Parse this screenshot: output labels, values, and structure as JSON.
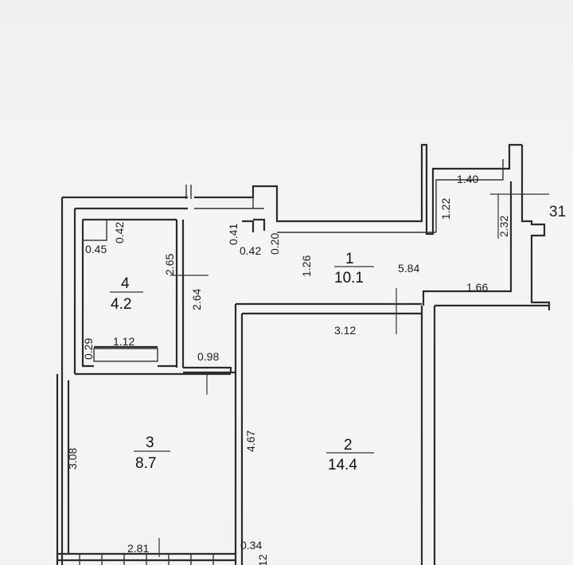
{
  "rooms": [
    {
      "number": "1",
      "area": "10.1"
    },
    {
      "number": "2",
      "area": "14.4"
    },
    {
      "number": "3",
      "area": "8.7"
    },
    {
      "number": "4",
      "area": "4.2"
    }
  ],
  "dimensions": {
    "d_1_40": "1.40",
    "d_1_22": "1.22",
    "d_2_32": "2.32",
    "d_31": "31",
    "d_0_42_v": "0.42",
    "d_0_45": "0.45",
    "d_2_65": "2.65",
    "d_2_64": "2.64",
    "d_0_41": "0.41",
    "d_0_42_h": "0.42",
    "d_0_20": "0.20",
    "d_1_26": "1.26",
    "d_5_84": "5.84",
    "d_1_66": "1.66",
    "d_3_12": "3.12",
    "d_0_29": "0.29",
    "d_1_12": "1.12",
    "d_0_98": "0.98",
    "d_4_67": "4.67",
    "d_3_08": "3.08",
    "d_2_81": "2.81",
    "d_0_34": "0.34",
    "d_12": "12"
  }
}
